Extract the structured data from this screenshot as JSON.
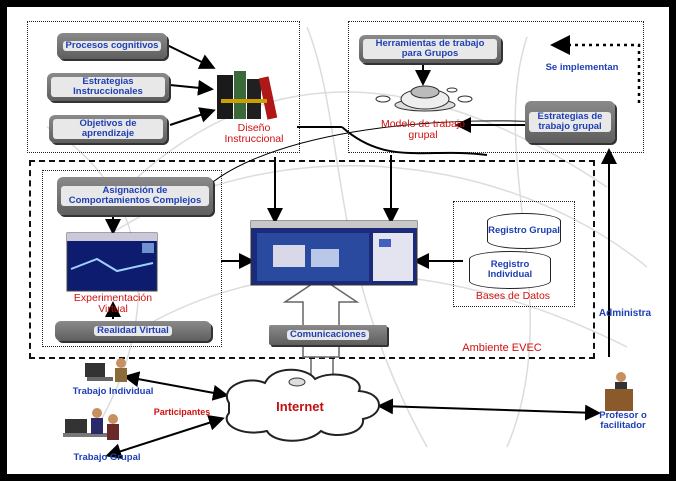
{
  "groups": {
    "diseno": {
      "items": [
        "Procesos cognitivos",
        "Estrategias Instruccionales",
        "Objetivos de aprendizaje"
      ],
      "label": "Diseño Instruccional"
    },
    "grupal": {
      "tools": "Herramientas de trabajo para Grupos",
      "label": "Modelo de trabajo grupal",
      "strategies": "Estrategias de trabajo grupal",
      "implement": "Se implementan"
    },
    "evec": {
      "label": "Ambiente EVEC",
      "assignment": "Asignación de Comportamientos Complejos",
      "experiment": "Experimentación Virtual",
      "vr": "Realidad Virtual",
      "comms": "Comunicaciones"
    },
    "db": {
      "label": "Bases de Datos",
      "grupal": "Registro Grupal",
      "individual": "Registro Individual"
    }
  },
  "bottom": {
    "internet": "Internet",
    "individual": "Trabajo Individual",
    "participants": "Participantes",
    "group": "Trabajo Grupal",
    "teacher": "Profesor o facilitador",
    "admin": "Administra"
  }
}
